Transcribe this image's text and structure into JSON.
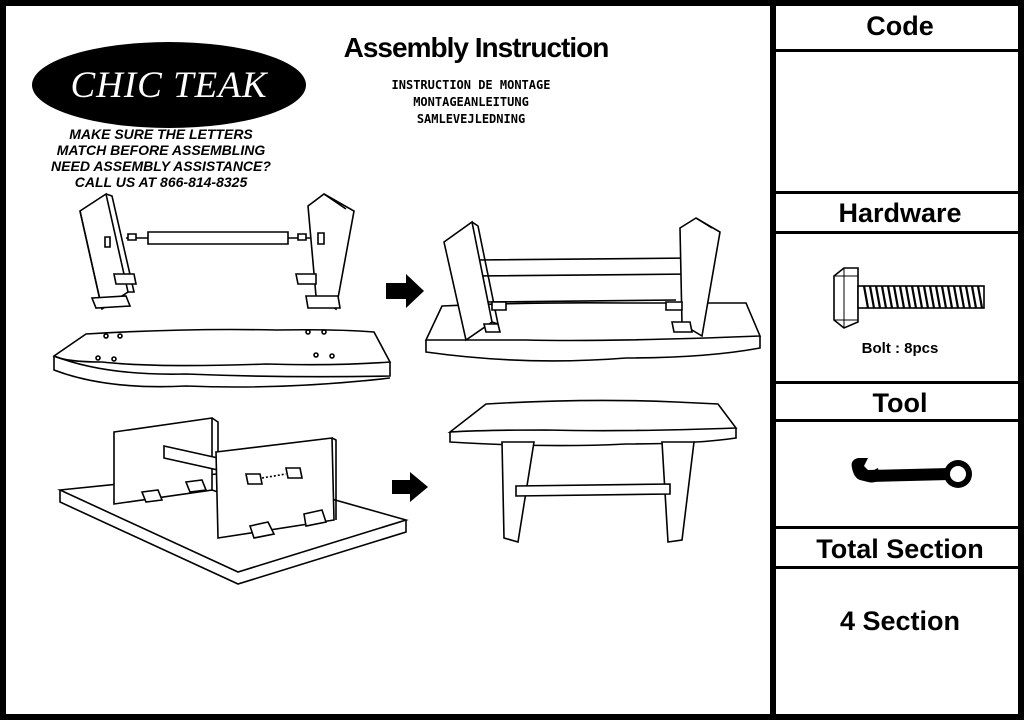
{
  "brand": {
    "name": "CHIC TEAK"
  },
  "header": {
    "title": "Assembly Instruction",
    "subtitles": [
      "INSTRUCTION DE MONTAGE",
      "MONTAGEANLEITUNG",
      "SAMLEVEJLEDNING"
    ]
  },
  "notes": [
    "MAKE SURE THE LETTERS",
    "MATCH BEFORE ASSEMBLING",
    "NEED ASSEMBLY ASSISTANCE?",
    "CALL US AT 866-814-8325"
  ],
  "sidebar": {
    "code": {
      "heading": "Code",
      "value": ""
    },
    "hardware": {
      "heading": "Hardware",
      "item": "Bolt : 8pcs",
      "icon": "bolt-icon"
    },
    "tool": {
      "heading": "Tool",
      "icon": "wrench-icon"
    },
    "total": {
      "heading": "Total Section",
      "value": "4 Section"
    }
  },
  "diagram": {
    "steps": [
      {
        "id": "step-1",
        "icon": "exploded-legs-and-top"
      },
      {
        "id": "step-2",
        "icon": "legs-on-top"
      },
      {
        "id": "step-3",
        "icon": "bracket-detail"
      },
      {
        "id": "step-4",
        "icon": "finished-table"
      }
    ],
    "arrow_color": "#000000"
  }
}
